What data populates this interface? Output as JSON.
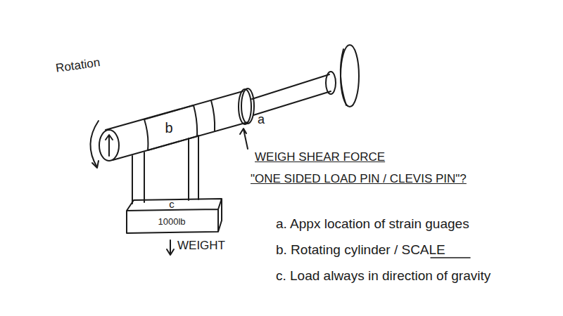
{
  "diagram": {
    "nodes": [
      {
        "text": [
          "b"
        ]
      },
      {
        "text": [
          "c",
          "1000lb"
        ]
      }
    ],
    "labels": [
      "Rotation",
      "a",
      "WEIGH SHEAR FORCE",
      "\"ONE SIDED LOAD PIN / CLEVIS PIN\"?",
      "WEIGHT",
      "a. Appx location of strain guages",
      "b. Rotating cylinder / SCALE",
      "c. Load always in direction of gravity"
    ]
  }
}
